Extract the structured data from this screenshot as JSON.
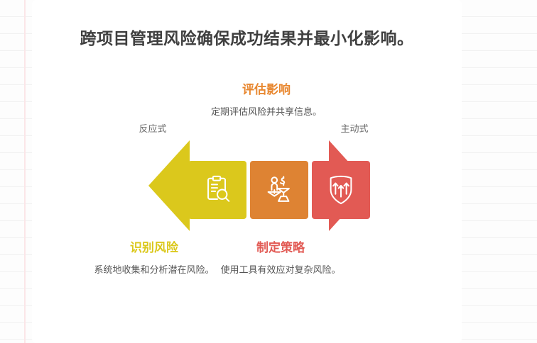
{
  "page": {
    "title": "跨项目管理风险确保成功结果并最小化影响。"
  },
  "axis": {
    "left_label": "反应式",
    "right_label": "主动式"
  },
  "colors": {
    "yellow": "#dbc81c",
    "orange": "#de8333",
    "red": "#e25a54",
    "title_text": "#3f3f3f",
    "body_text": "#555555",
    "axis_text": "#6b6b6b",
    "card_background": "#ffffff",
    "paper_background": "#fdfdfd",
    "paper_rule": "#f1f1f1",
    "paper_margin": "#fbe6e8"
  },
  "stages": [
    {
      "heading": "识别风险",
      "description": "系统地收集和分析潜在风险。",
      "icon": "clipboard-search-icon",
      "color": "#dbc81c",
      "position": "bottom-left"
    },
    {
      "heading": "评估影响",
      "description": "定期评估风险并共享信息。",
      "icon": "balance-scale-icon",
      "color": "#e8872f",
      "position": "top-center"
    },
    {
      "heading": "制定策略",
      "description": "使用工具有效应对复杂风险。",
      "icon": "shield-arrows-icon",
      "color": "#e25a54",
      "position": "bottom-right"
    }
  ]
}
